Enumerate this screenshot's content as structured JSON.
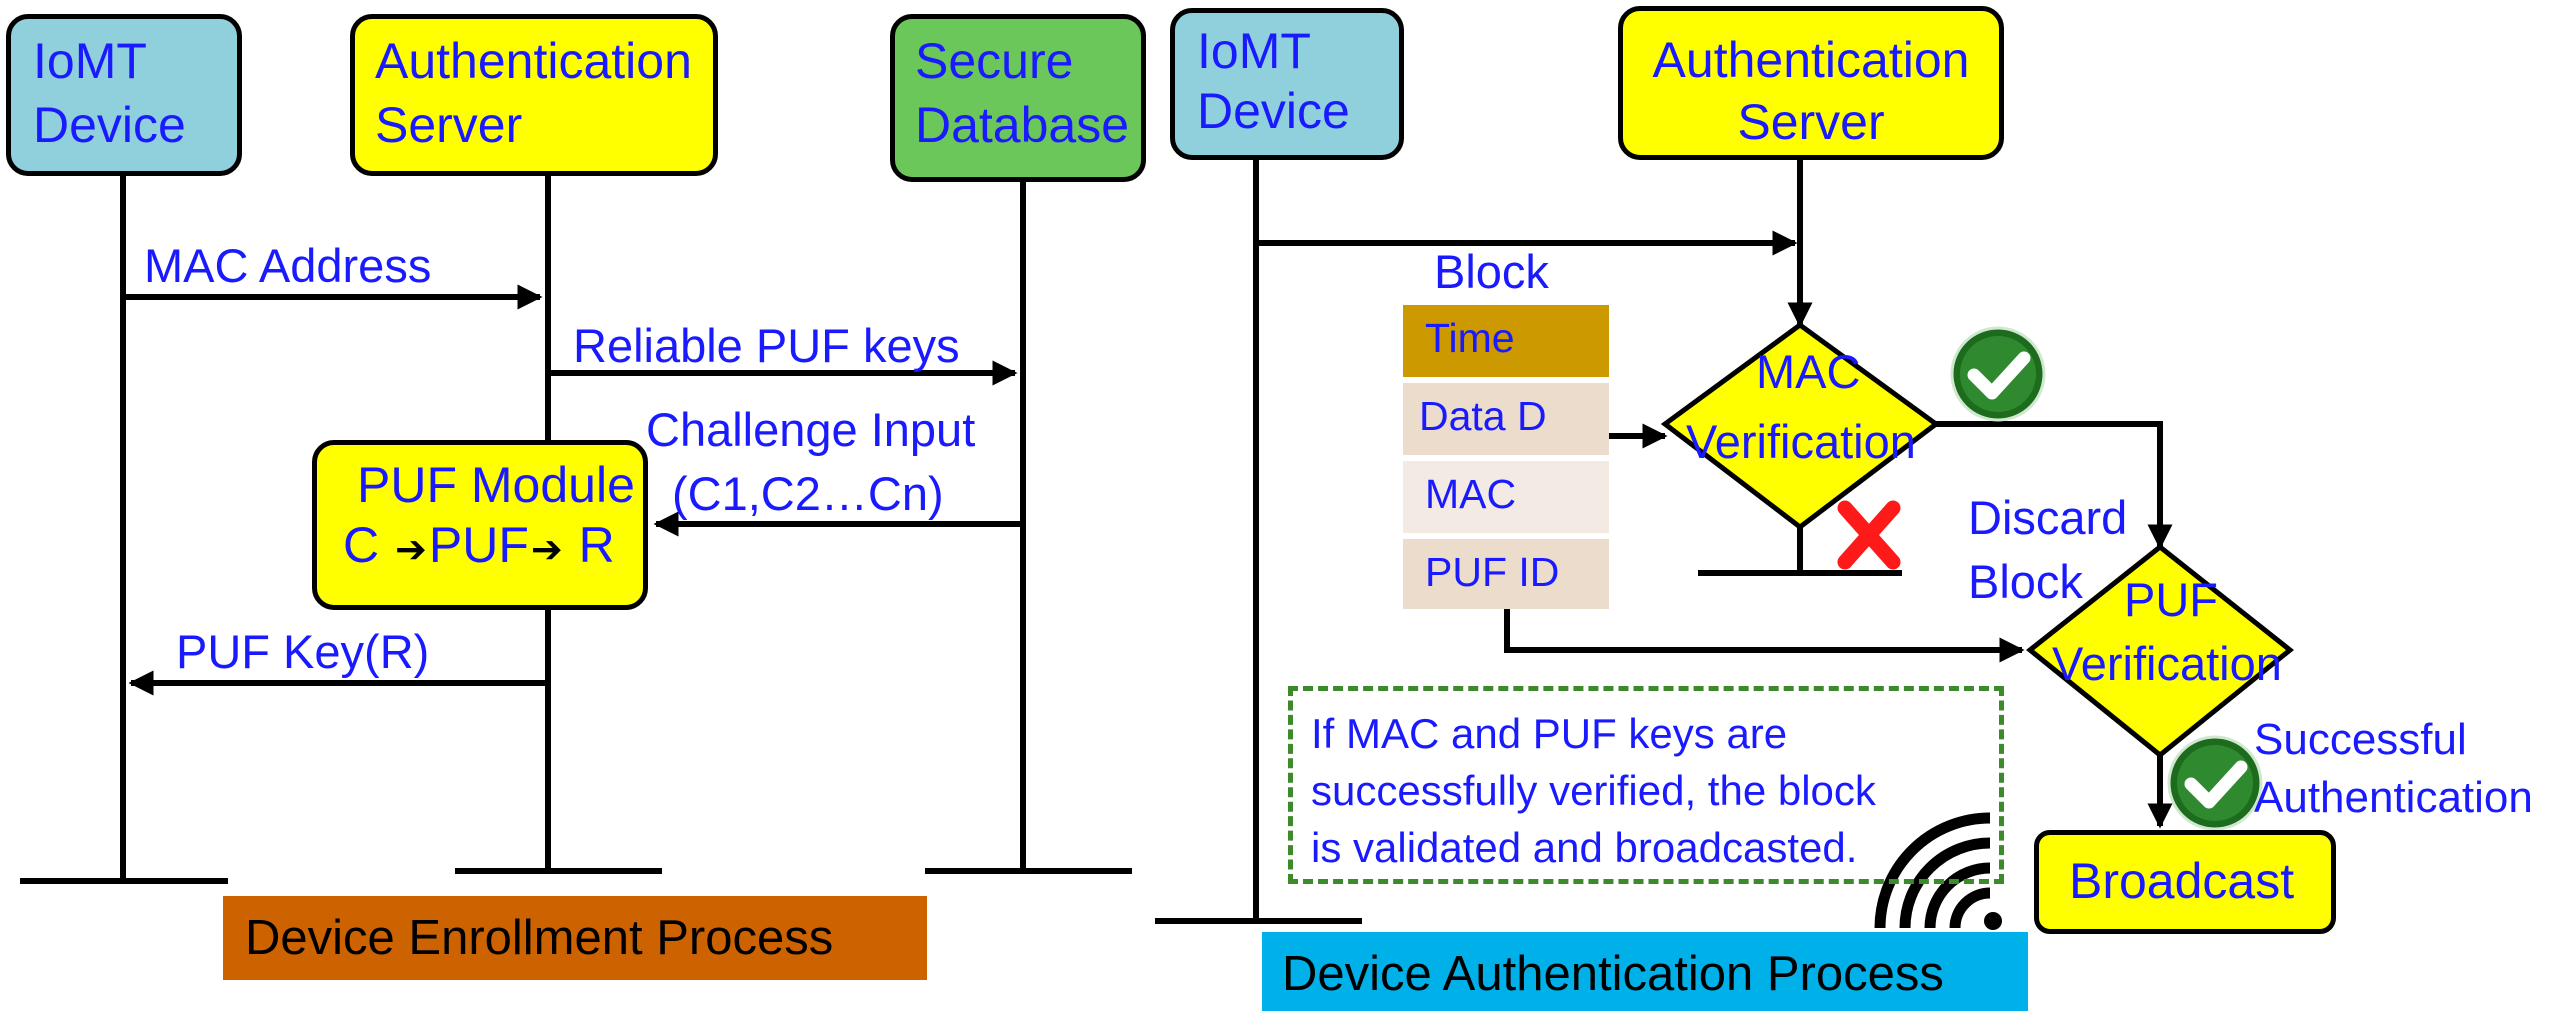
{
  "enrollment": {
    "iomt_device": [
      "IoMT",
      "Device"
    ],
    "auth_server": [
      "Authentication",
      "Server"
    ],
    "secure_db": [
      "Secure",
      "Database"
    ],
    "msg_mac": "MAC Address",
    "msg_puf_keys": "Reliable PUF keys",
    "msg_challenge": [
      "Challenge Input",
      "(C1,C2…Cn)"
    ],
    "puf_module": {
      "title": "PUF Module",
      "c": "C",
      "puf": "PUF",
      "r": "R"
    },
    "msg_puf_key_r": "PUF Key(R)",
    "caption": "Device Enrollment Process"
  },
  "authentication": {
    "iomt_device": [
      "IoMT",
      "Device"
    ],
    "auth_server": [
      "Authentication",
      "Server"
    ],
    "block_label": "Block",
    "block_fields": [
      "Time",
      "Data D",
      "MAC",
      "PUF ID"
    ],
    "mac_verification": [
      "MAC",
      "Verification"
    ],
    "discard": [
      "Discard",
      "Block"
    ],
    "puf_verification": [
      "PUF",
      "Verification"
    ],
    "successful": [
      "Successful",
      "Authentication"
    ],
    "broadcast": "Broadcast",
    "note": [
      "If MAC and PUF keys are",
      "successfully verified, the block",
      "is validated  and broadcasted."
    ],
    "caption": "Device Authentication Process"
  },
  "colors": {
    "yellow": "#ffff00",
    "cyan_box": "#8fd0dc",
    "green_box": "#6cc75b",
    "text_blue": "#1a1aff",
    "enroll_caption_bg": "#cc6200",
    "auth_caption_bg": "#00b0e8",
    "time_cell": "#cc9900",
    "field_cell": "#ecdccb",
    "check_green": "#1d6b1d",
    "cross_red": "#ff1a1a",
    "note_border": "#3c8a2c"
  },
  "icons": [
    "check-icon",
    "cross-icon",
    "wireless-signal-icon",
    "arrow-right-icon"
  ]
}
